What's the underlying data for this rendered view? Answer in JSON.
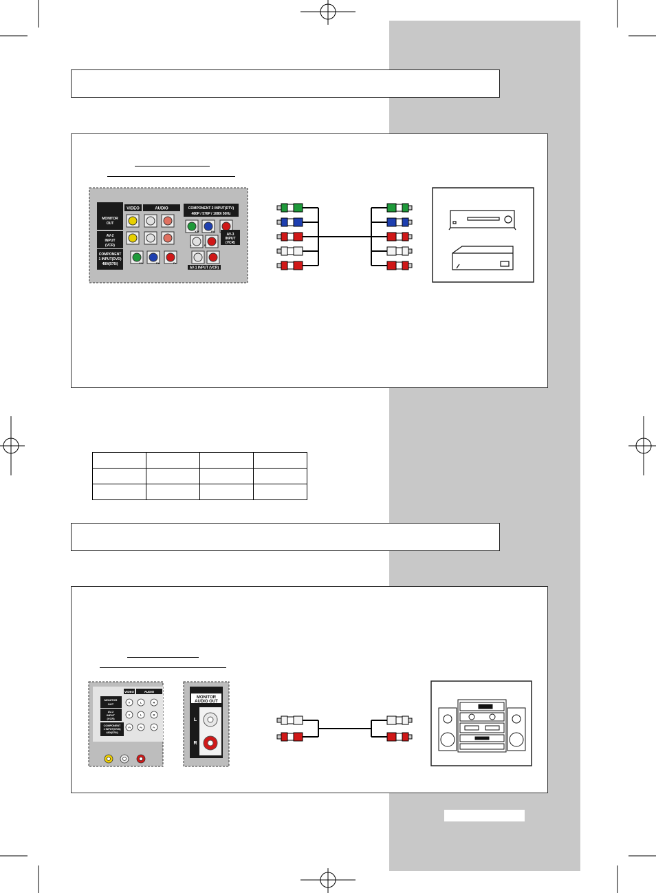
{
  "panel1": {
    "headers": {
      "video": "VIDEO",
      "audio": "AUDIO",
      "component2": "COMPONENT 2 INPUT(DTV)",
      "component2_modes": "480P / 576P / 1080i   50Hz"
    },
    "rows": {
      "monitor_out": [
        "MONITOR",
        "OUT"
      ],
      "av2": [
        "AV-2",
        "INPUT",
        "(VCR)"
      ],
      "av3": [
        "AV-3",
        "INPUT",
        "(VCR)"
      ],
      "component1": [
        "COMPONENT",
        "1 INPUT(DVD)",
        "480i(576i)"
      ],
      "av1": "AV-1 INPUT (VCR)"
    },
    "jack_labels": {
      "y": "Y/V",
      "pb": "Pb",
      "pr": "Pr",
      "l": "L",
      "r": "R"
    }
  },
  "panel2": {
    "headers": {
      "video": "VIDEO",
      "audio": "AUDIO"
    },
    "rows": {
      "monitor_out": [
        "MONITOR",
        "OUT"
      ],
      "av2": [
        "AV-2",
        "INPUT",
        "(VCR)"
      ],
      "component1": [
        "COMPONENT",
        "1 INPUT(DVD)",
        "480i(576i)"
      ]
    },
    "jack_labels": {
      "v": "V",
      "l": "L",
      "r": "R",
      "y": "Y/V",
      "pb": "Pb",
      "pr": "Pr"
    },
    "monitor_audio_out": [
      "MONITOR",
      "AUDIO OUT"
    ],
    "lr": {
      "l": "L",
      "r": "R"
    }
  },
  "colors": {
    "sidebar": "#c8c8c8",
    "green_plug": "#1e9a3a",
    "blue_plug": "#1e3fb0",
    "red_plug": "#d01818",
    "white_plug": "#f4f4f4",
    "yellow_jack": "#f0d000",
    "panel_bg": "#b9b9b9"
  },
  "icons": [
    "registration-mark-icon",
    "dvd-player-icon",
    "set-top-box-icon",
    "stereo-system-icon",
    "rca-cable-icon"
  ]
}
